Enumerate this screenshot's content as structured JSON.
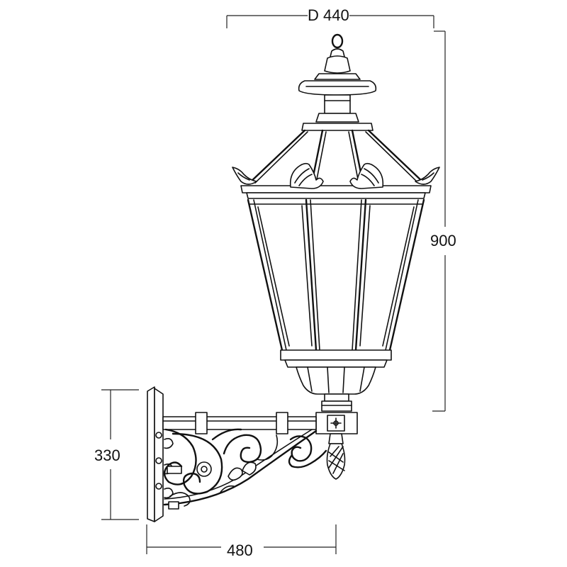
{
  "dimensions": {
    "top_width": "D 440",
    "right_height": "900",
    "left_height": "330",
    "bottom_width": "480"
  }
}
